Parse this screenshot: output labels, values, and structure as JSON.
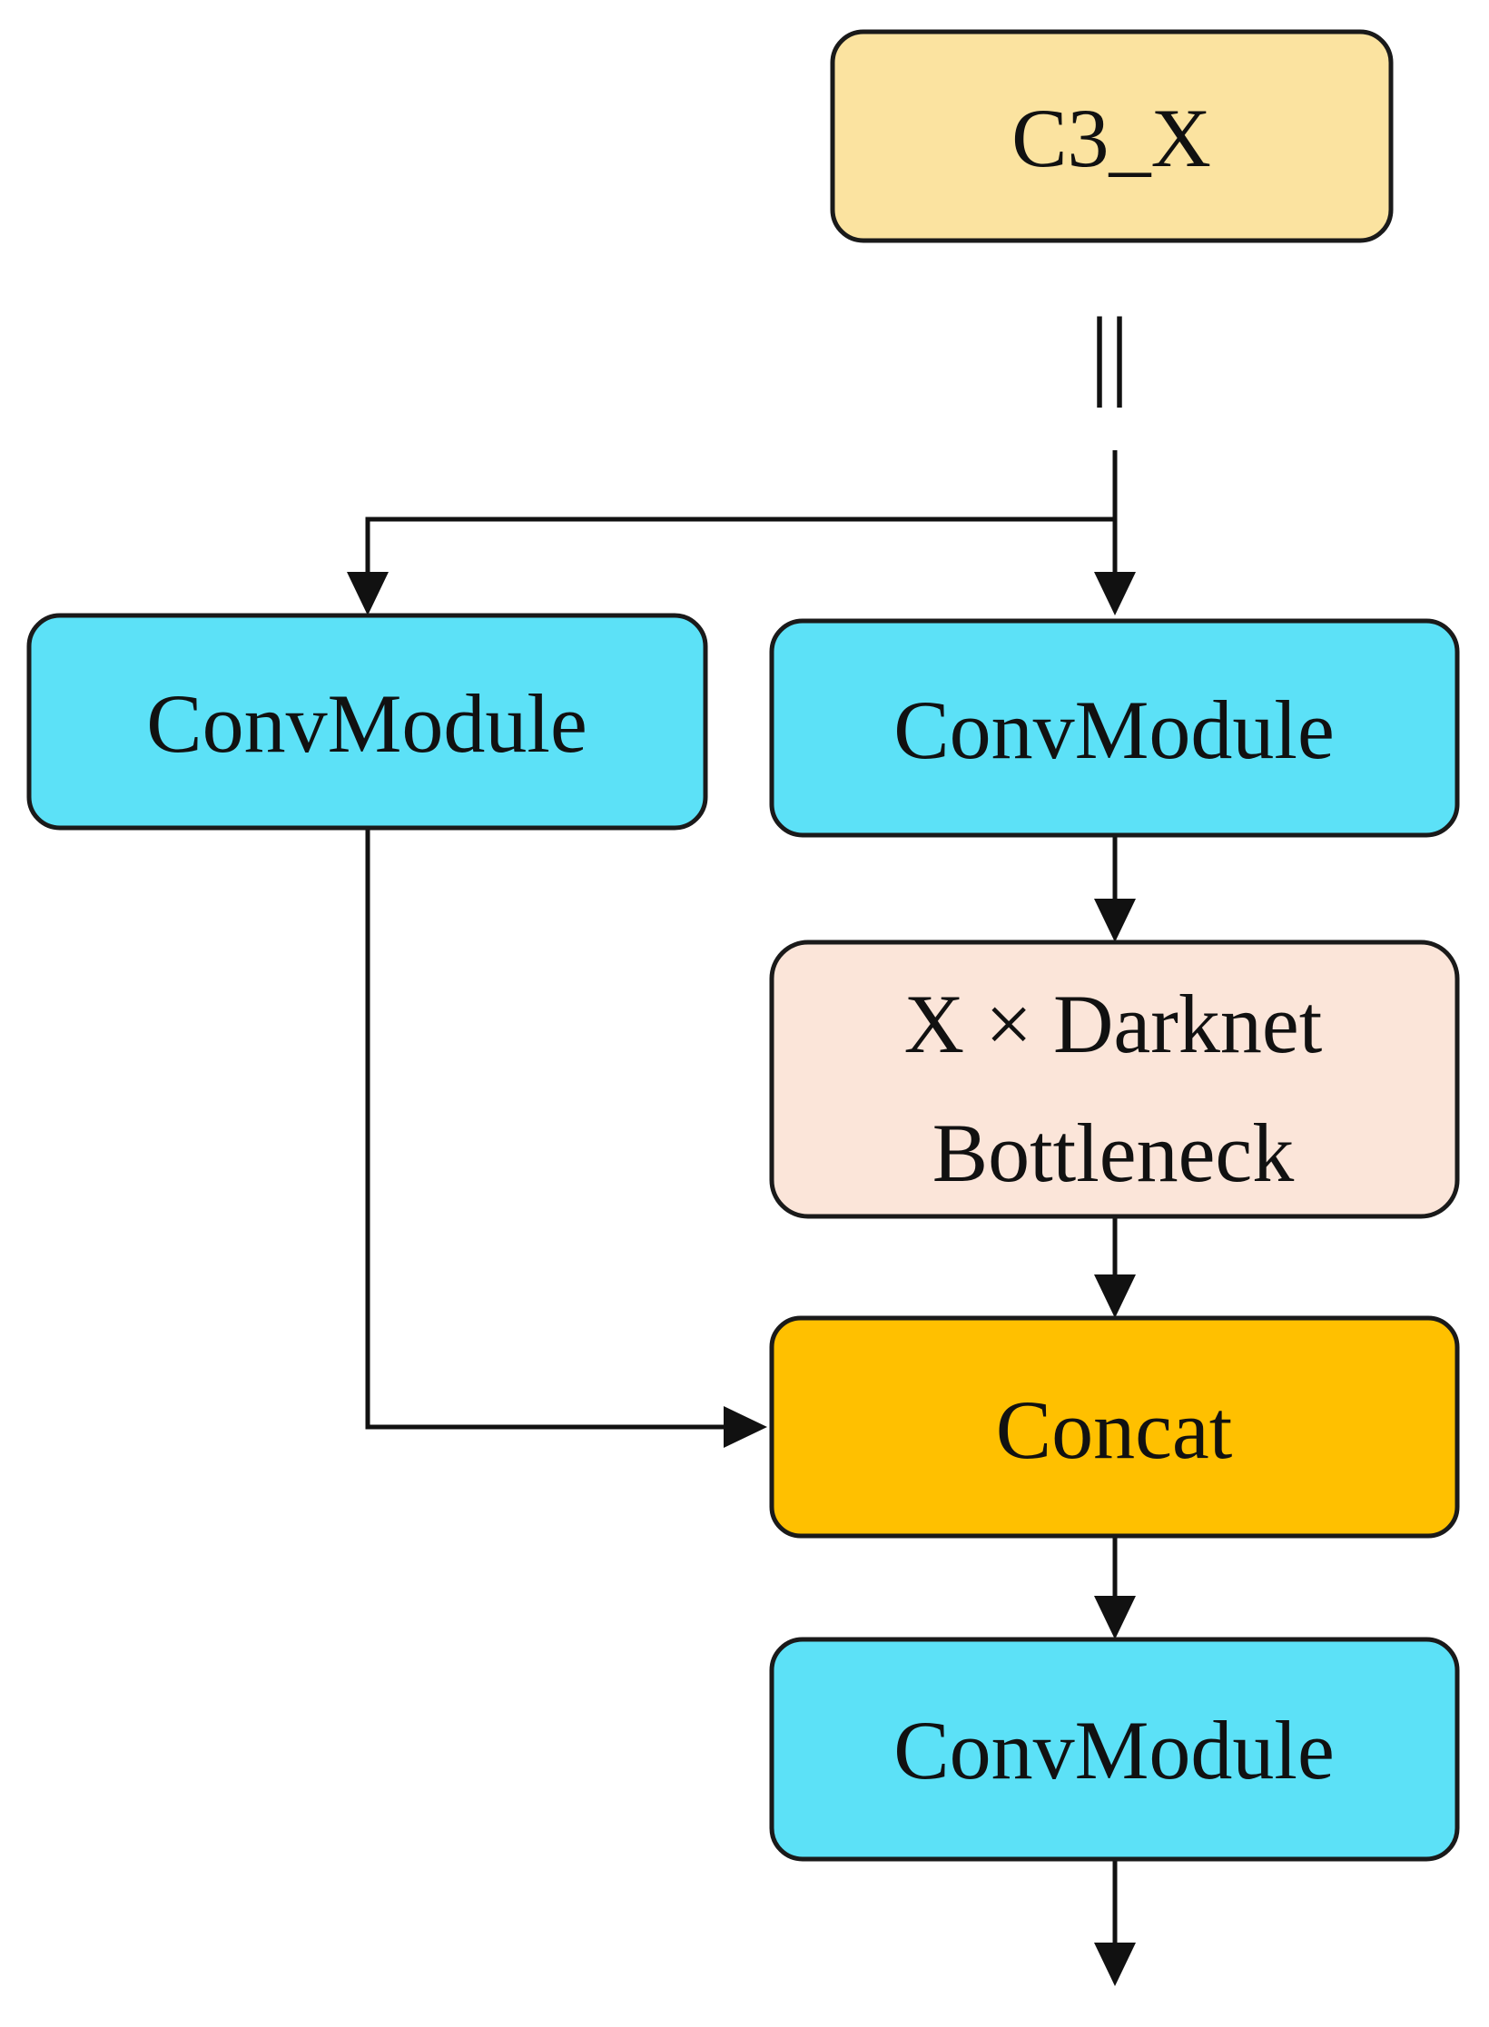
{
  "header": {
    "title": "C3_X",
    "equals_symbol": "||"
  },
  "nodes": {
    "conv_left": {
      "label": "ConvModule"
    },
    "conv_right": {
      "label": "ConvModule"
    },
    "bottleneck": {
      "line1": "X × Darknet",
      "line2": "Bottleneck"
    },
    "concat": {
      "label": "Concat"
    },
    "conv_out": {
      "label": "ConvModule"
    }
  },
  "colors": {
    "title_fill": "#FBE3A0",
    "conv_fill": "#5CE1F7",
    "bottleneck_fill": "#FBE5D9",
    "concat_fill": "#FFC000",
    "edge": "#111111"
  }
}
